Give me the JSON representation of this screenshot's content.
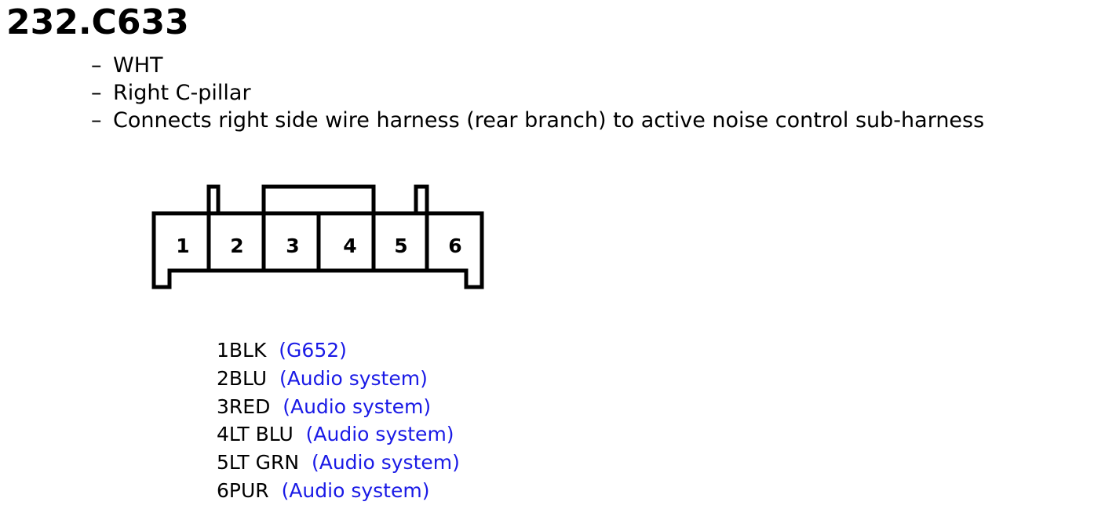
{
  "title": "232.C633",
  "description": [
    "WHT",
    "Right C-pillar",
    "Connects right side wire harness (rear branch) to active noise control sub-harness"
  ],
  "dash": "–",
  "connector": {
    "cavity_labels": [
      "1",
      "2",
      "3",
      "4",
      "5",
      "6"
    ]
  },
  "pins": [
    {
      "pin": "1",
      "wire": "BLK",
      "circuit": "(G652)"
    },
    {
      "pin": "2",
      "wire": "BLU",
      "circuit": "(Audio system)"
    },
    {
      "pin": "3",
      "wire": "RED",
      "circuit": "(Audio system)"
    },
    {
      "pin": "4",
      "wire": "LT BLU",
      "circuit": "(Audio system)"
    },
    {
      "pin": "5",
      "wire": "LT GRN",
      "circuit": "(Audio system)"
    },
    {
      "pin": "6",
      "wire": "PUR",
      "circuit": "(Audio system)"
    }
  ],
  "colors": {
    "circuit_text": "#1a1ae6",
    "outline": "#000000"
  }
}
